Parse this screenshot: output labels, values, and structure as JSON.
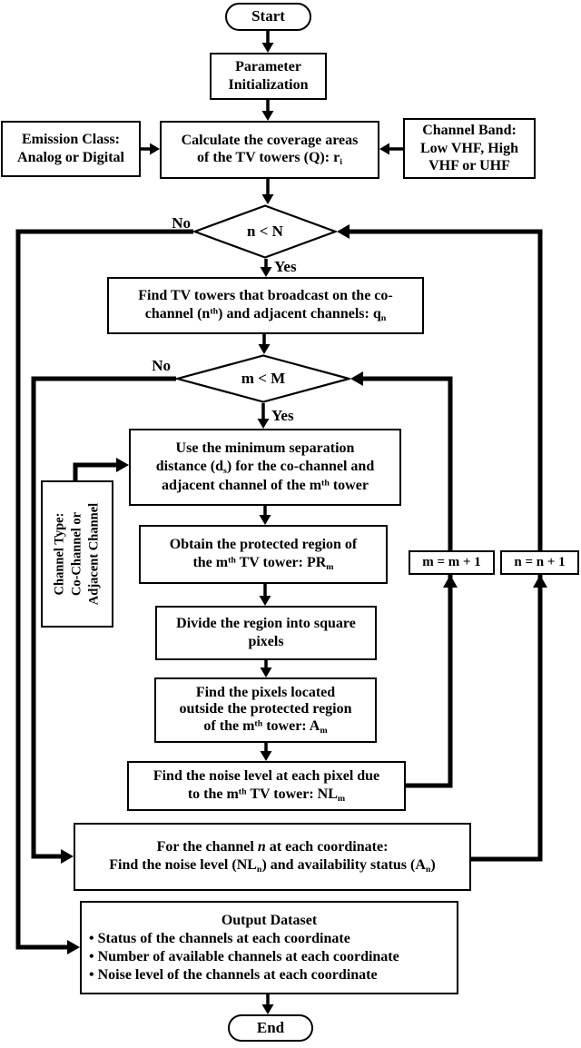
{
  "colors": {
    "ink": "#000000",
    "background": "#ffffff"
  },
  "nodes": {
    "start": {
      "label": "Start"
    },
    "param": {
      "lines": [
        [
          [
            "Parameter",
            ""
          ]
        ],
        [
          [
            "Initialization",
            ""
          ]
        ]
      ]
    },
    "calc": {
      "lines": [
        [
          [
            "Calculate the coverage areas",
            ""
          ]
        ],
        [
          [
            "of the TV towers (Q): r",
            ""
          ],
          [
            "i",
            "sub"
          ]
        ]
      ]
    },
    "emission": {
      "lines": [
        [
          [
            "Emission Class:",
            ""
          ]
        ],
        [
          [
            "Analog or Digital",
            ""
          ]
        ]
      ]
    },
    "band": {
      "lines": [
        [
          [
            "Channel Band:",
            ""
          ]
        ],
        [
          [
            "Low VHF, High",
            ""
          ]
        ],
        [
          [
            "VHF or UHF",
            ""
          ]
        ]
      ]
    },
    "n_decision": {
      "label": "n < N"
    },
    "find_towers": {
      "lines": [
        [
          [
            "Find TV towers that broadcast on the co-",
            ""
          ]
        ],
        [
          [
            "channel (n",
            ""
          ],
          [
            "th",
            "sup"
          ],
          [
            ") and adjacent channels: q",
            ""
          ],
          [
            "n",
            "sub"
          ]
        ]
      ]
    },
    "m_decision": {
      "label": "m < M"
    },
    "use_separation": {
      "lines": [
        [
          [
            "Use the minimum separation",
            ""
          ]
        ],
        [
          [
            "distance (d",
            ""
          ],
          [
            "s",
            "sub"
          ],
          [
            ") for the co-channel and",
            ""
          ]
        ],
        [
          [
            "adjacent channel of the m",
            ""
          ],
          [
            "th",
            "sup"
          ],
          [
            " tower",
            ""
          ]
        ]
      ]
    },
    "channel_type": {
      "lines": [
        [
          [
            "Channel Type:",
            ""
          ]
        ],
        [
          [
            "Co-Channel or",
            ""
          ]
        ],
        [
          [
            "Adjacent Channel",
            ""
          ]
        ]
      ]
    },
    "obtain_region": {
      "lines": [
        [
          [
            "Obtain the protected region of",
            ""
          ]
        ],
        [
          [
            "the m",
            ""
          ],
          [
            "th",
            "sup"
          ],
          [
            " TV tower: PR",
            ""
          ],
          [
            "m",
            "sub"
          ]
        ]
      ]
    },
    "divide_region": {
      "lines": [
        [
          [
            "Divide the region into square",
            ""
          ]
        ],
        [
          [
            "pixels",
            ""
          ]
        ]
      ]
    },
    "find_pixels": {
      "lines": [
        [
          [
            "Find the pixels located",
            ""
          ]
        ],
        [
          [
            "outside the protected region",
            ""
          ]
        ],
        [
          [
            "of the m",
            ""
          ],
          [
            "th",
            "sup"
          ],
          [
            " tower: A",
            ""
          ],
          [
            "m",
            "sub"
          ]
        ]
      ]
    },
    "find_noise": {
      "lines": [
        [
          [
            "Find the noise level at each pixel due",
            ""
          ]
        ],
        [
          [
            "to the m",
            ""
          ],
          [
            "th",
            "sup"
          ],
          [
            " TV tower: NL",
            ""
          ],
          [
            "m",
            "sub"
          ]
        ]
      ]
    },
    "m_increment": {
      "label": "m = m + 1"
    },
    "n_increment": {
      "label": "n = n + 1"
    },
    "channel_noise": {
      "lines": [
        [
          [
            "For the channel ",
            ""
          ],
          [
            "n",
            "i"
          ],
          [
            " at each coordinate:",
            ""
          ]
        ],
        [
          [
            "Find the noise level (NL",
            ""
          ],
          [
            "n",
            "sub"
          ],
          [
            ") and availability status (A",
            ""
          ],
          [
            "n",
            "sub"
          ],
          [
            ")",
            ""
          ]
        ]
      ]
    },
    "output": {
      "title": "Output Dataset",
      "bullet_lines": [
        [
          [
            "• Status of the channels at each coordinate",
            ""
          ]
        ],
        [
          [
            "• Number of available channels at each coordinate",
            ""
          ]
        ],
        [
          [
            "• Noise level of the channels at each coordinate",
            ""
          ]
        ]
      ]
    },
    "end": {
      "label": "End"
    }
  },
  "edge_labels": {
    "n_no": "No",
    "n_yes": "Yes",
    "m_no": "No",
    "m_yes": "Yes"
  }
}
